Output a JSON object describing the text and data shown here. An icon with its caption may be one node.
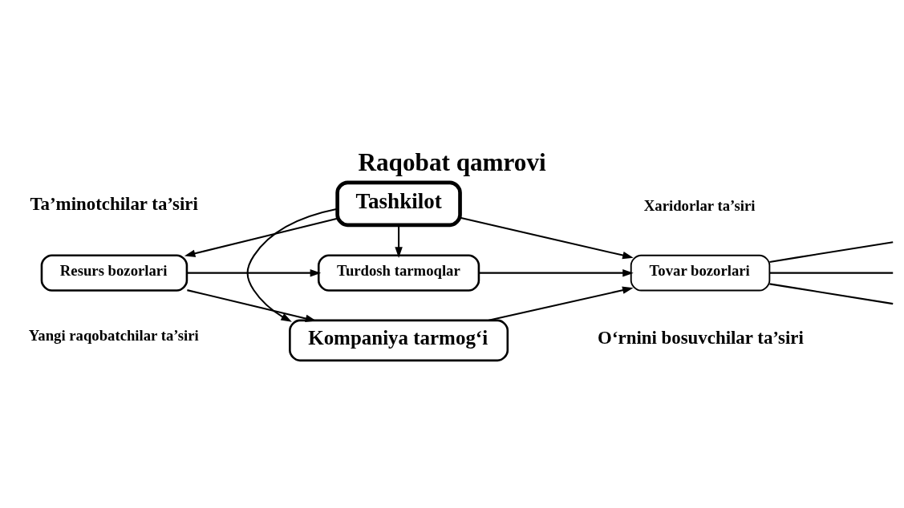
{
  "diagram": {
    "title": "Raqobat qamrovi",
    "nodes": [
      {
        "text": [
          "Kompaniya tarmog‘i"
        ]
      },
      {
        "text": [
          "Resurs bozorlari"
        ]
      },
      {
        "text": [
          "Tashkilot"
        ]
      },
      {
        "text": [
          "Tovar bozorlari"
        ]
      },
      {
        "text": [
          "Turdosh tarmoqlar"
        ]
      }
    ],
    "edges": [
      {
        "from": 1,
        "to": 0,
        "arrow": "to"
      },
      {
        "from": 2,
        "to": 0,
        "arrow": "to"
      },
      {
        "from": 2,
        "to": 1,
        "arrow": "to"
      },
      {
        "from": 2,
        "to": 3,
        "arrow": "to"
      },
      {
        "from": 2,
        "to": 4,
        "arrow": "to"
      },
      {
        "from": 1,
        "to": 4,
        "arrow": "to"
      },
      {
        "from": 0,
        "to": 3,
        "arrow": "to"
      },
      {
        "from": 4,
        "to": 3,
        "arrow": "to"
      },
      {
        "from": 3,
        "to": null,
        "arrow": "none"
      },
      {
        "from": 3,
        "to": null,
        "arrow": "none"
      },
      {
        "from": 3,
        "to": null,
        "arrow": "none"
      }
    ],
    "labels": [
      "Ta’minotchilar ta’siri",
      "Xaridorlar ta’siri",
      "Yangi raqobatchilar ta’siri",
      "O‘rnini bosuvchilar ta’siri"
    ]
  }
}
